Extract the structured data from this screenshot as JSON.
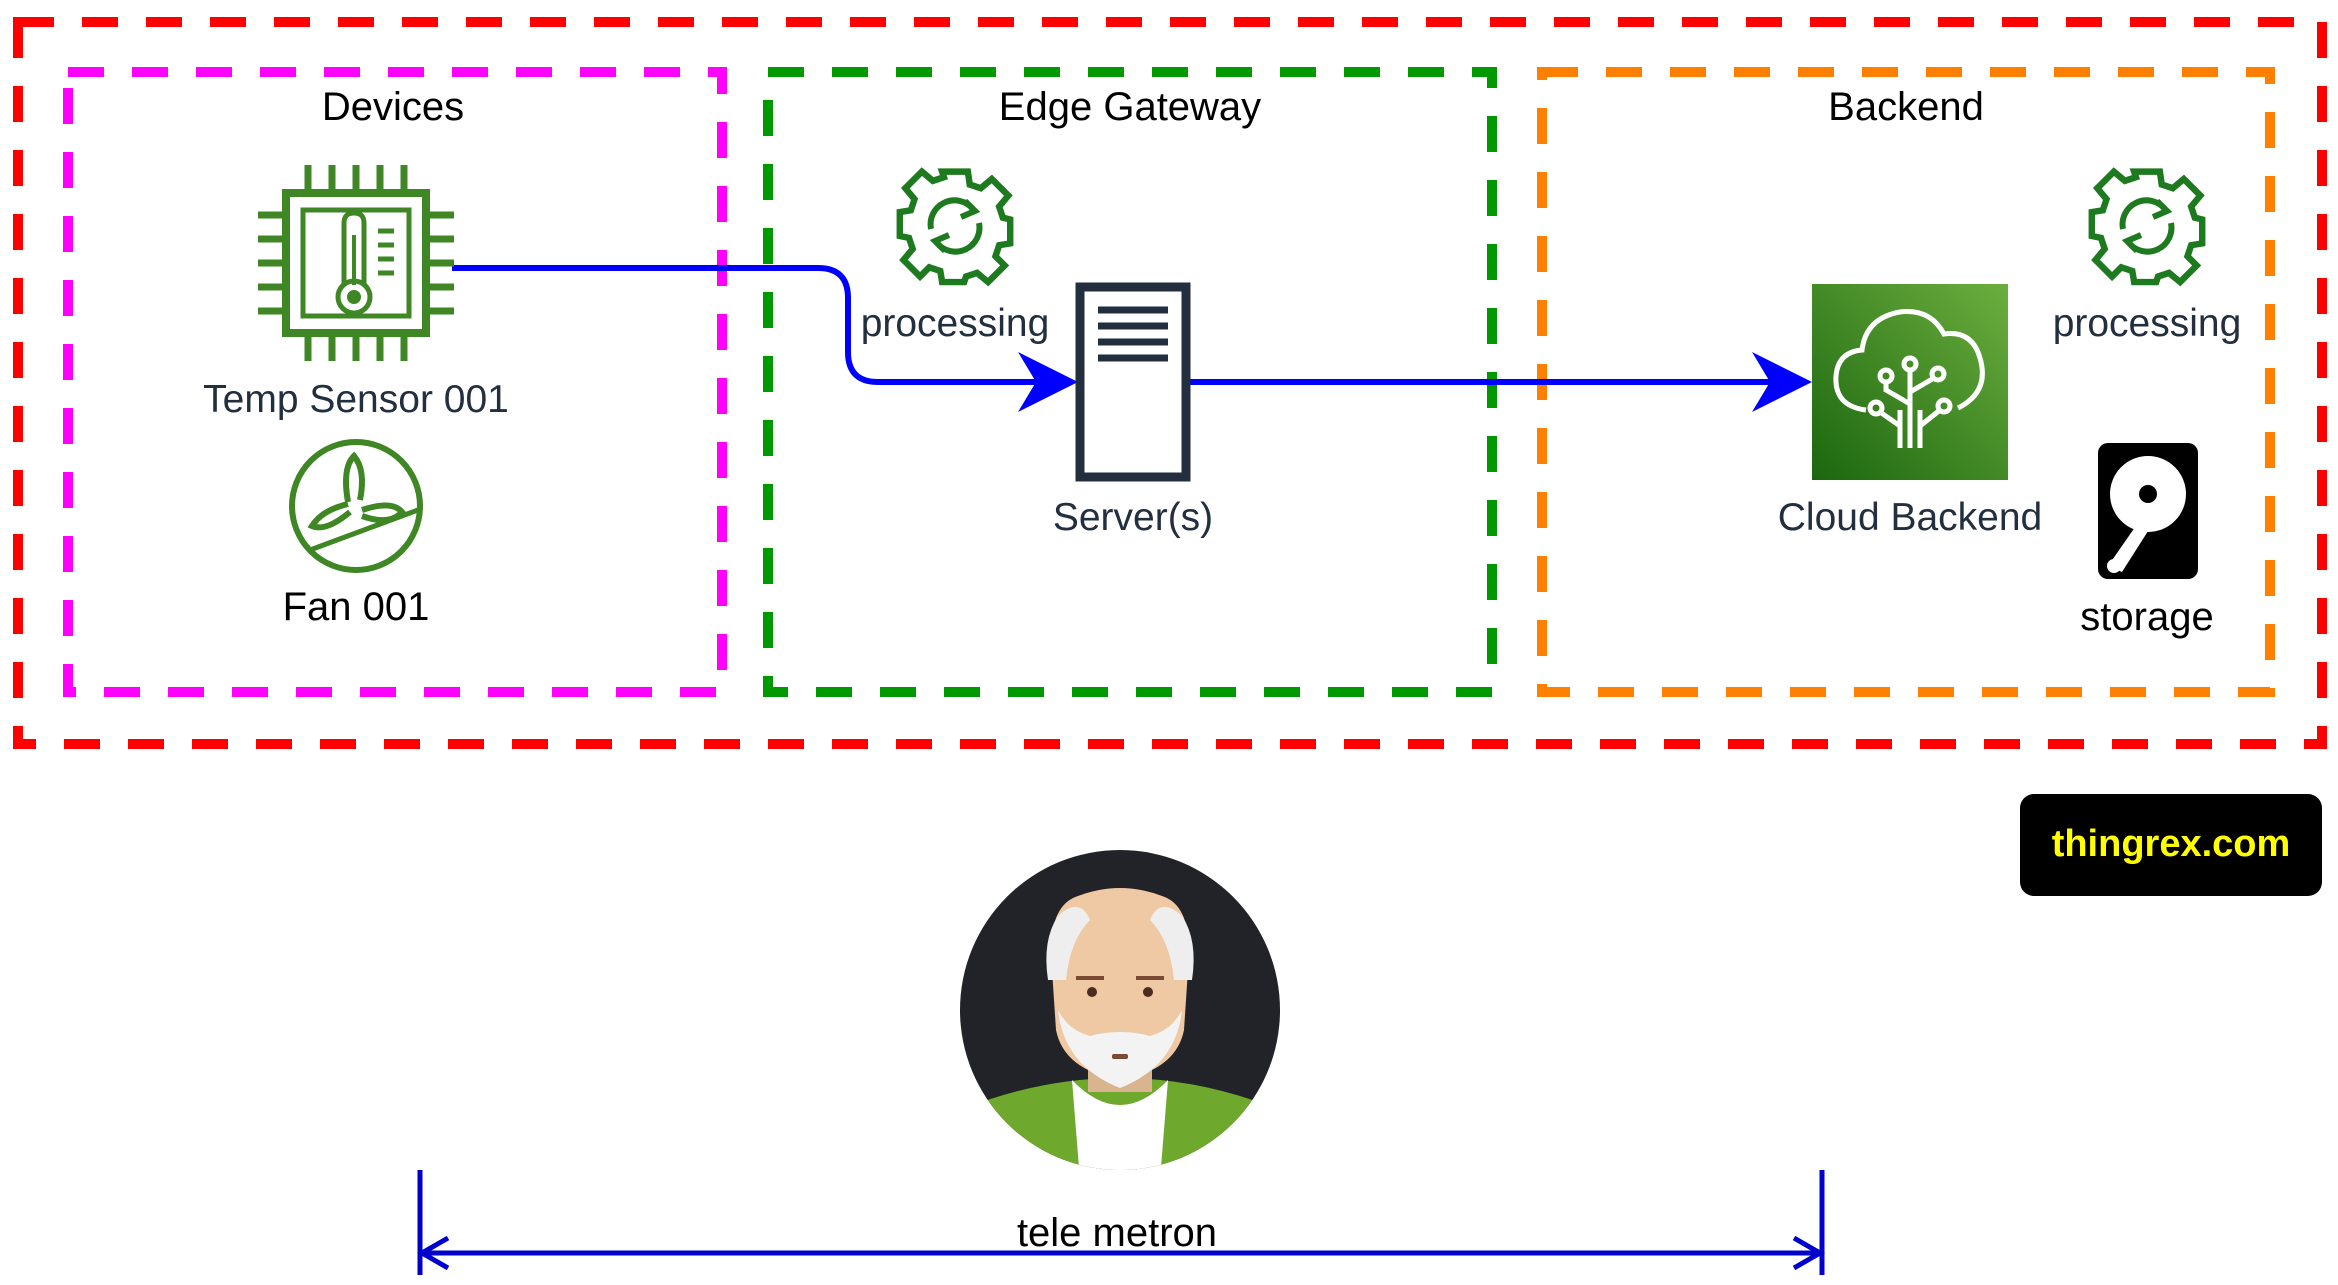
{
  "groups": {
    "outer": {
      "color": "#ff0000"
    },
    "devices": {
      "title": "Devices",
      "color": "#ff00ff"
    },
    "edge": {
      "title": "Edge Gateway",
      "color": "#009900"
    },
    "backend": {
      "title": "Backend",
      "color": "#ff8000"
    }
  },
  "nodes": {
    "temp_sensor": {
      "label": "Temp Sensor 001",
      "icon": "chip-thermometer-icon",
      "color": "#3f8624"
    },
    "fan": {
      "label": "Fan 001",
      "icon": "fan-icon",
      "color": "#3f8624"
    },
    "edge_processing": {
      "label": "processing",
      "icon": "gear-sync-icon",
      "color": "#1e7a1e"
    },
    "server": {
      "label": "Server(s)",
      "icon": "server-icon",
      "color": "#232f3e"
    },
    "cloud_backend": {
      "label": "Cloud Backend",
      "icon": "cloud-iot-icon",
      "color": "#3f8624"
    },
    "backend_processing": {
      "label": "processing",
      "icon": "gear-sync-icon",
      "color": "#1e7a1e"
    },
    "storage": {
      "label": "storage",
      "icon": "hard-disk-icon",
      "color": "#000000"
    }
  },
  "edges": {
    "color": "#0000ff"
  },
  "badge": {
    "text": "thingrex.com",
    "text_color": "#ffff00",
    "background": "#000000"
  },
  "avatar": {
    "icon": "person-avatar-icon"
  },
  "dimension": {
    "label": "tele metron",
    "color": "#0000cc"
  }
}
